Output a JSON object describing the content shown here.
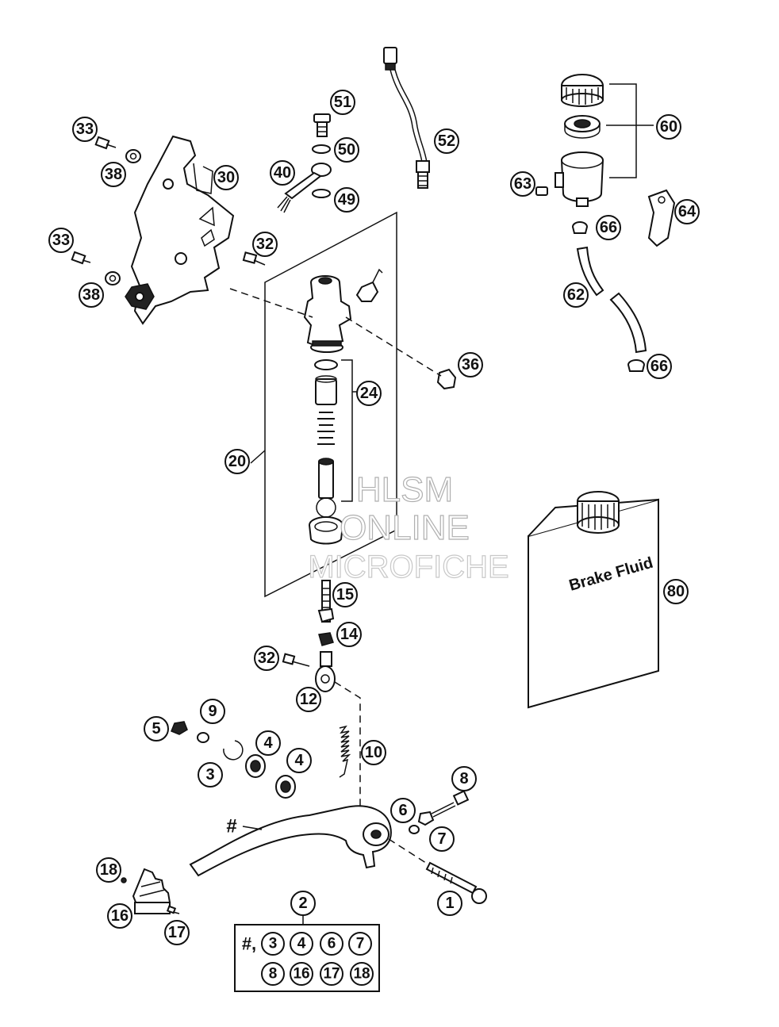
{
  "watermark": {
    "line1": "HLSM",
    "line2": "ONLINE",
    "line3": "MICROFICHE"
  },
  "bottle_label": "Brake Fluid",
  "callouts": {
    "c33a": "33",
    "c38a": "38",
    "c30": "30",
    "c33b": "33",
    "c38b": "38",
    "c51": "51",
    "c50": "50",
    "c40": "40",
    "c49": "49",
    "c52": "52",
    "c60": "60",
    "c63": "63",
    "c64": "64",
    "c66a": "66",
    "c62": "62",
    "c66b": "66",
    "c32a": "32",
    "c36": "36",
    "c24": "24",
    "c20": "20",
    "c80": "80",
    "c15": "15",
    "c14": "14",
    "c32b": "32",
    "c12": "12",
    "c9": "9",
    "c5": "5",
    "c4a": "4",
    "c3": "3",
    "c4b": "4",
    "c10": "10",
    "c8": "8",
    "c6": "6",
    "c7": "7",
    "c18": "18",
    "c16": "16",
    "c17": "17",
    "c1": "1",
    "c2": "2"
  },
  "pedal_mark": "#",
  "kit": {
    "prefix": "#,",
    "row1": [
      "3",
      "4",
      "6",
      "7"
    ],
    "row2": [
      "8",
      "16",
      "17",
      "18"
    ]
  }
}
